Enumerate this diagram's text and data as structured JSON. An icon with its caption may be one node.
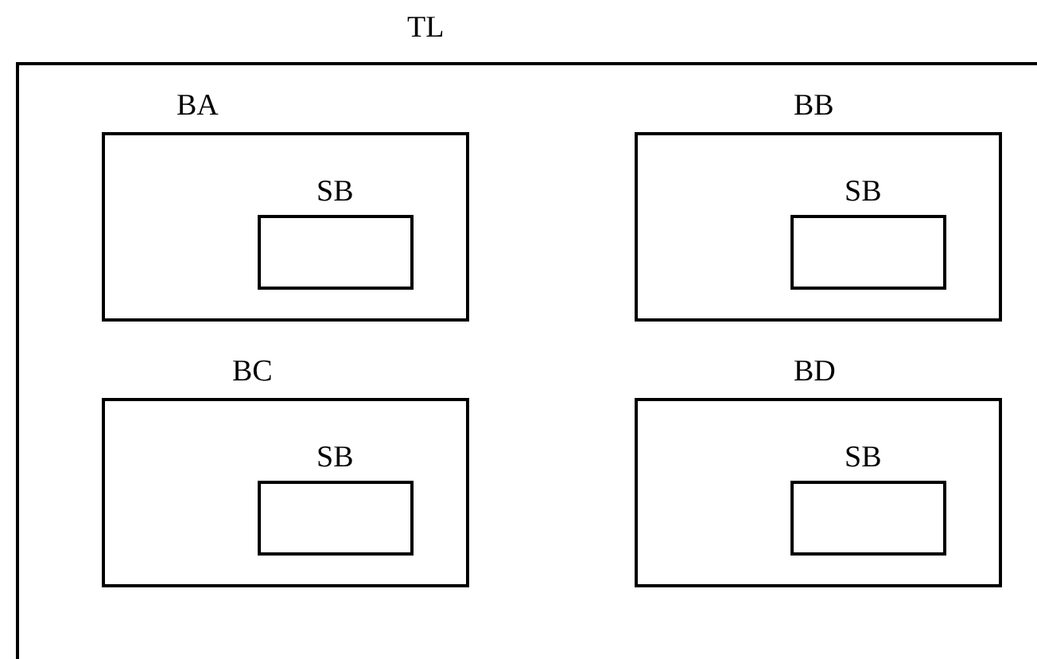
{
  "diagram": {
    "nodes": [
      {
        "text": [
          "TL"
        ]
      },
      {
        "text": [
          "BA"
        ],
        "in": 0
      },
      {
        "text": [
          "SB"
        ],
        "in": 1
      },
      {
        "text": [
          "BB"
        ],
        "in": 0
      },
      {
        "text": [
          "SB"
        ],
        "in": 3
      },
      {
        "text": [
          "BC"
        ],
        "in": 0
      },
      {
        "text": [
          "SB"
        ],
        "in": 5
      },
      {
        "text": [
          "BD"
        ],
        "in": 0
      },
      {
        "text": [
          "SB"
        ],
        "in": 7
      }
    ]
  }
}
